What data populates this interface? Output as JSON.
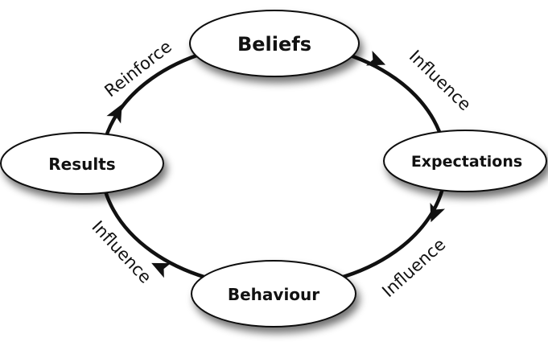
{
  "nodes": {
    "beliefs": "Beliefs",
    "expectations": "Expectations",
    "behaviour": "Behaviour",
    "results": "Results"
  },
  "edges": {
    "beliefs_to_expectations": "Influence",
    "expectations_to_behaviour": "Influence",
    "behaviour_to_results": "Influence",
    "results_to_beliefs": "Reinforce"
  },
  "colors": {
    "stroke": "#111111",
    "node_fill": "#ffffff",
    "shadow": "#9a9a9a",
    "background": "#ffffff"
  }
}
